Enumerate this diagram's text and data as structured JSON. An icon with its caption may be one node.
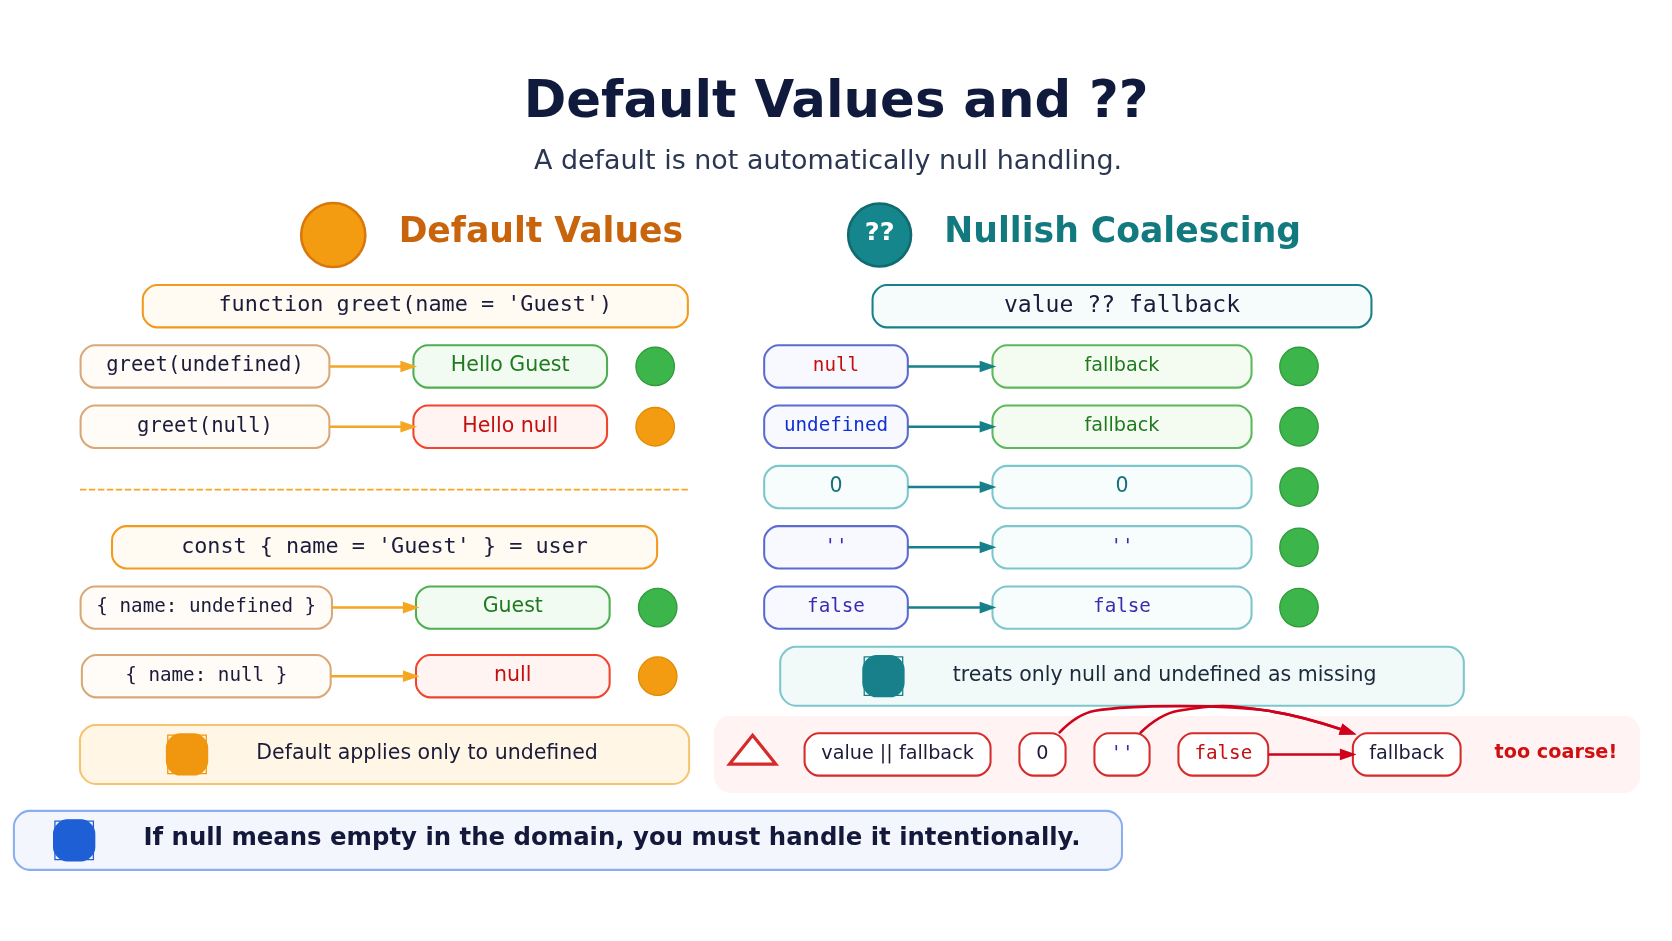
{
  "diagram": {
    "title": "Default Values and ??",
    "nodes": [
      {
        "text": [],
        "shape": "circle"
      },
      {
        "text": [
          "function greet(name = 'Guest')"
        ]
      },
      {
        "text": [
          "greet(undefined)"
        ]
      },
      {
        "text": [
          "Hello Guest"
        ]
      },
      {
        "text": [],
        "shape": "circle"
      },
      {
        "text": [
          "greet(null)"
        ]
      },
      {
        "text": [
          "Hello null"
        ]
      },
      {
        "text": [],
        "shape": "circle"
      },
      {
        "text": [
          "const { name = 'Guest' } = user"
        ]
      },
      {
        "text": [
          "{ name: undefined }"
        ]
      },
      {
        "text": [
          "Guest"
        ]
      },
      {
        "text": [],
        "shape": "circle"
      },
      {
        "text": [
          "{ name: null }"
        ]
      },
      {
        "text": [
          "null"
        ]
      },
      {
        "text": [],
        "shape": "circle"
      },
      {
        "text": [
          "Default applies only to undefined"
        ]
      },
      {
        "text": [
          "??"
        ]
      },
      {
        "text": [
          "value ?? fallback"
        ]
      },
      {
        "text": [
          "null"
        ]
      },
      {
        "text": [
          "fallback"
        ]
      },
      {
        "text": [],
        "shape": "circle"
      },
      {
        "text": [
          "undefined"
        ]
      },
      {
        "text": [
          "fallback"
        ]
      },
      {
        "text": [],
        "shape": "circle"
      },
      {
        "text": [
          "0"
        ]
      },
      {
        "text": [
          "0"
        ]
      },
      {
        "text": [],
        "shape": "circle"
      },
      {
        "text": [
          "''"
        ]
      },
      {
        "text": [
          "''"
        ]
      },
      {
        "text": [],
        "shape": "circle"
      },
      {
        "text": [
          "false"
        ]
      },
      {
        "text": [
          "false"
        ]
      },
      {
        "text": [],
        "shape": "circle"
      },
      {
        "text": [
          "treats only null and undefined as missing"
        ]
      },
      {
        "text": [],
        "shape": "box"
      },
      {
        "text": [],
        "shape": "triangle",
        "in": 34
      },
      {
        "text": [
          "value || fallback"
        ],
        "in": 34
      },
      {
        "text": [
          "0"
        ],
        "in": 34
      },
      {
        "text": [
          "''"
        ],
        "in": 34
      },
      {
        "text": [
          "false"
        ],
        "in": 34
      },
      {
        "text": [
          "fallback"
        ],
        "in": 34
      },
      {
        "text": [
          "If null means empty in the domain, you must handle it intentionally."
        ]
      }
    ],
    "edges": [
      {
        "from": 2,
        "to": 3,
        "arrow": "to",
        "color": "#f5a623"
      },
      {
        "from": 5,
        "to": 6,
        "arrow": "to",
        "color": "#f5a623"
      },
      {
        "from": 9,
        "to": 10,
        "arrow": "to",
        "color": "#f5a623"
      },
      {
        "from": 12,
        "to": 13,
        "arrow": "to",
        "color": "#f5a623"
      },
      {
        "from": 18,
        "to": 19,
        "arrow": "to"
      },
      {
        "from": 21,
        "to": 22,
        "arrow": "to"
      },
      {
        "from": 24,
        "to": 25,
        "arrow": "to"
      },
      {
        "from": 27,
        "to": 28,
        "arrow": "to"
      },
      {
        "from": 30,
        "to": 31,
        "arrow": "to"
      },
      {
        "from": 37,
        "to": 40,
        "arrow": "to",
        "color": "#d0021b"
      },
      {
        "from": 38,
        "to": 40,
        "arrow": "to",
        "color": "#d0021b"
      },
      {
        "from": 39,
        "to": 40,
        "arrow": "to",
        "color": "#d0021b"
      }
    ],
    "labels": [
      "A default is not automatically null handling.",
      "Default Values",
      "Nullish Coalescing",
      "too coarse!"
    ]
  }
}
